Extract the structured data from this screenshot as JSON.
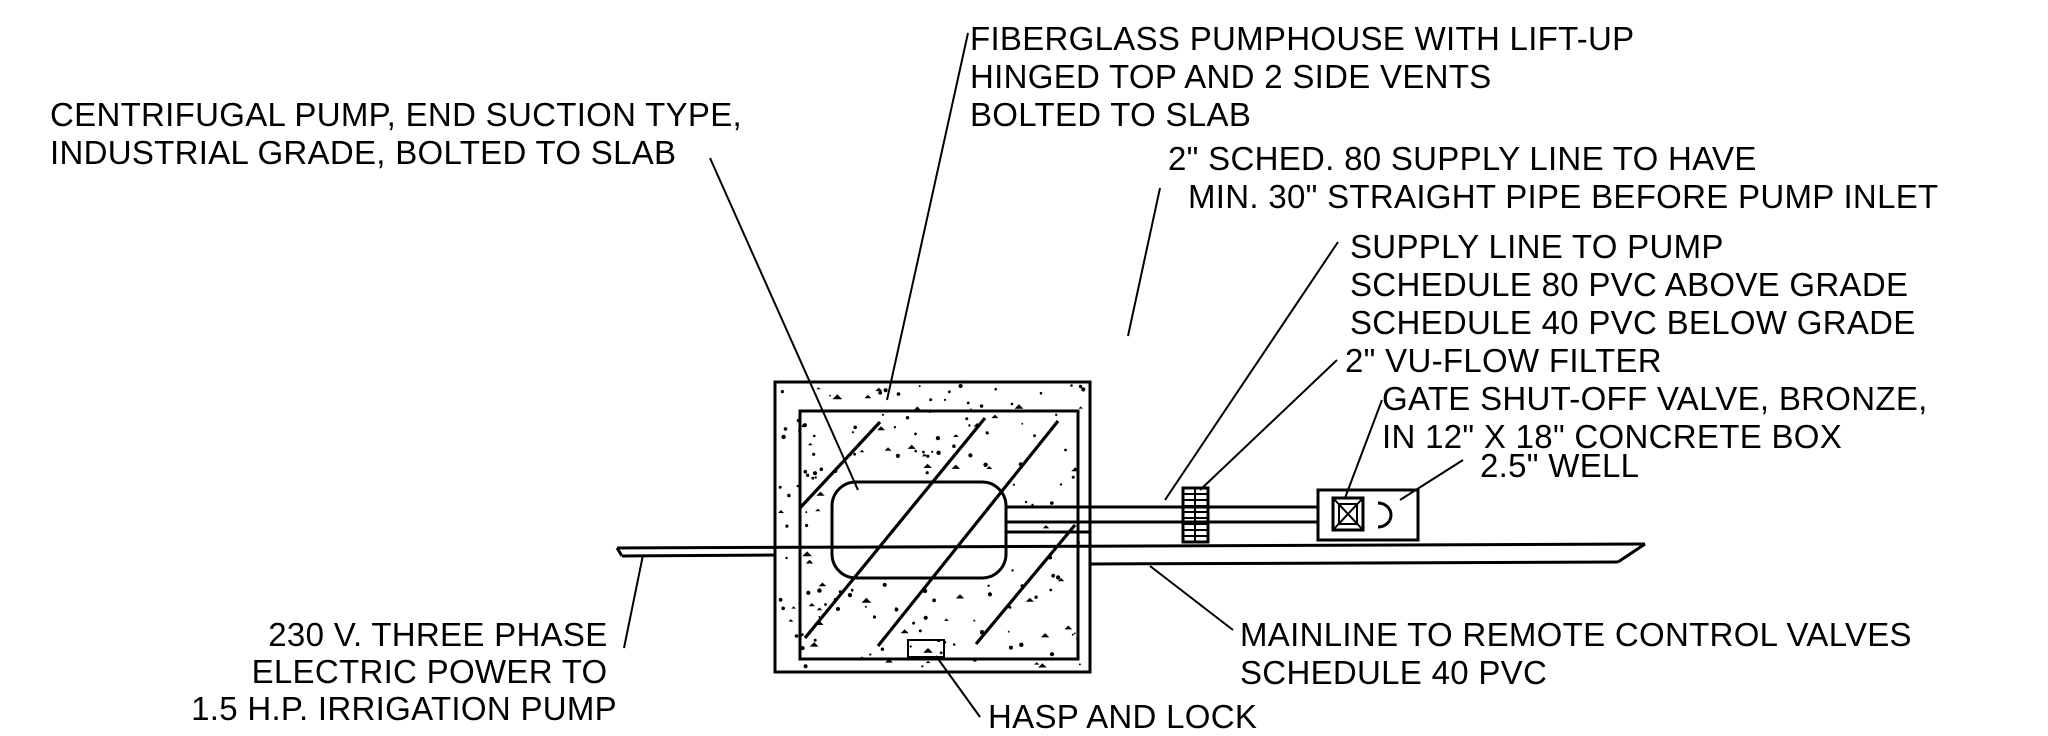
{
  "labels": {
    "pumphouse": [
      "FIBERGLASS PUMPHOUSE WITH LIFT-UP",
      "HINGED TOP AND 2 SIDE VENTS",
      "BOLTED TO SLAB"
    ],
    "pump": [
      "CENTRIFUGAL PUMP, END SUCTION TYPE,",
      "INDUSTRIAL GRADE, BOLTED TO SLAB"
    ],
    "supply_sched": [
      "2\" SCHED. 80 SUPPLY LINE TO HAVE",
      "MIN. 30\" STRAIGHT PIPE BEFORE PUMP INLET"
    ],
    "supply_line": [
      "SUPPLY LINE TO PUMP",
      "SCHEDULE 80 PVC ABOVE GRADE",
      "SCHEDULE 40 PVC BELOW GRADE"
    ],
    "filter": "2\" VU-FLOW FILTER",
    "valve": [
      "GATE SHUT-OFF VALVE, BRONZE,",
      "IN 12\" X 18\" CONCRETE BOX"
    ],
    "well": "2.5\" WELL",
    "power": [
      "230 V. THREE PHASE",
      "ELECTRIC POWER TO",
      "1.5 H.P. IRRIGATION PUMP"
    ],
    "mainline": [
      "MAINLINE TO REMOTE CONTROL VALVES",
      "SCHEDULE 40 PVC"
    ],
    "hasp": "HASP AND LOCK"
  },
  "colors": {
    "ink": "#000000",
    "paper": "#ffffff"
  }
}
